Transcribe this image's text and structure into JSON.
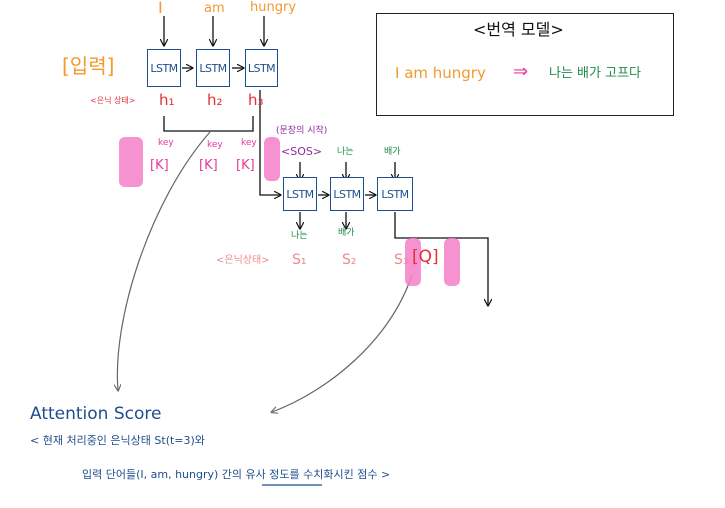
{
  "inputs": [
    "I",
    "am",
    "hungry"
  ],
  "input_label": "[입력]",
  "hidden_state_label": "<은닉 상태>",
  "encoder_states": [
    "h₁",
    "h₂",
    "h₃"
  ],
  "key_label": "key",
  "key_tag": "[K]",
  "sos_note": "(문장의 시작)",
  "sos_token": "<SOS>",
  "decoder_inputs": [
    "나는",
    "배가"
  ],
  "decoder_outputs": [
    "나는",
    "배가"
  ],
  "decoder_hidden_label": "<은닉상태>",
  "decoder_states": [
    "S₁",
    "S₂",
    "S₃"
  ],
  "query_tag": "[Q]",
  "lstm_label": "LSTM",
  "legend": {
    "title": "<번역 모델>",
    "source": "I am hungry",
    "arrow": "⇒",
    "target": "나는 배가 고프다"
  },
  "attention": {
    "title": "Attention Score",
    "line1": "< 현재 처리중인 은닉상태 St(t=3)와",
    "line2": "입력 단어들(I, am, hungry) 간의 유사 정도를 수치화시킨 점수 >"
  },
  "colors": {
    "lstm": "#1f4e8c",
    "input": "#f29a2e",
    "hidden": "#e0303a",
    "key": "#e6399b",
    "decoder_text": "#1e8a4a",
    "sos": "#8a2d9a"
  }
}
